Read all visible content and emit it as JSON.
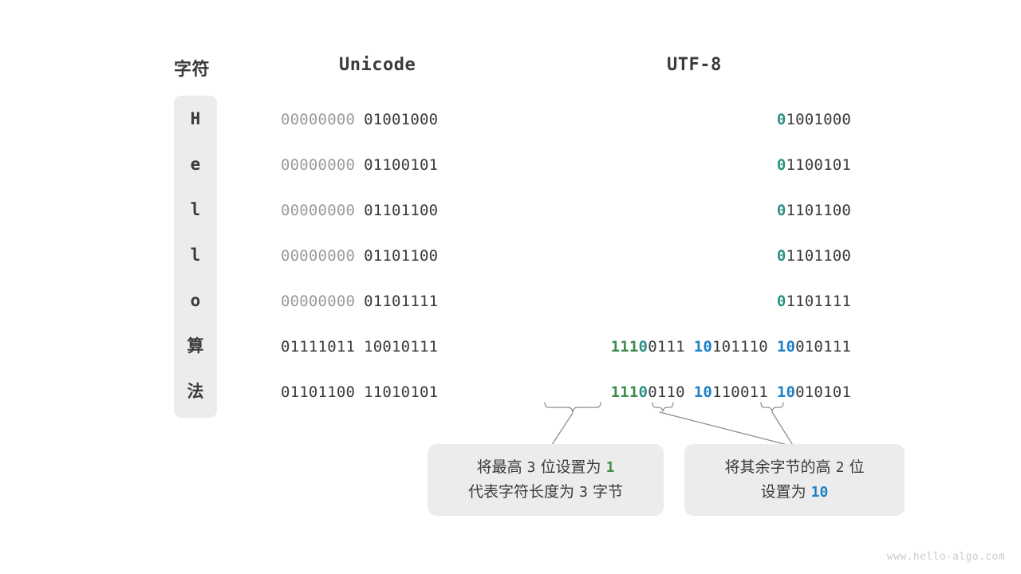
{
  "headers": {
    "character": "字符",
    "unicode": "Unicode",
    "utf8": "UTF-8"
  },
  "colors": {
    "green": "#3f8c4c",
    "teal": "#2d9086",
    "blue": "#1f81c7",
    "dark": "#3a3a3a",
    "dim": "#9b9b9b",
    "badge_bg": "#ececec",
    "callout_bg": "#ececec",
    "watermark": "#cccccc"
  },
  "rows": [
    {
      "char": "H",
      "unicode_bytes": [
        "00000000",
        "01001000"
      ],
      "unicode_dim": [
        true,
        false
      ],
      "utf8_bytes": [
        "01001000"
      ],
      "utf8_prefix": [
        "0"
      ],
      "utf8_prefix_kind": [
        "teal"
      ]
    },
    {
      "char": "e",
      "unicode_bytes": [
        "00000000",
        "01100101"
      ],
      "unicode_dim": [
        true,
        false
      ],
      "utf8_bytes": [
        "01100101"
      ],
      "utf8_prefix": [
        "0"
      ],
      "utf8_prefix_kind": [
        "teal"
      ]
    },
    {
      "char": "l",
      "unicode_bytes": [
        "00000000",
        "01101100"
      ],
      "unicode_dim": [
        true,
        false
      ],
      "utf8_bytes": [
        "01101100"
      ],
      "utf8_prefix": [
        "0"
      ],
      "utf8_prefix_kind": [
        "teal"
      ]
    },
    {
      "char": "l",
      "unicode_bytes": [
        "00000000",
        "01101100"
      ],
      "unicode_dim": [
        true,
        false
      ],
      "utf8_bytes": [
        "01101100"
      ],
      "utf8_prefix": [
        "0"
      ],
      "utf8_prefix_kind": [
        "teal"
      ]
    },
    {
      "char": "o",
      "unicode_bytes": [
        "00000000",
        "01101111"
      ],
      "unicode_dim": [
        true,
        false
      ],
      "utf8_bytes": [
        "01101111"
      ],
      "utf8_prefix": [
        "0"
      ],
      "utf8_prefix_kind": [
        "teal"
      ]
    },
    {
      "char": "算",
      "unicode_bytes": [
        "01111011",
        "10010111"
      ],
      "unicode_dim": [
        false,
        false
      ],
      "utf8_bytes": [
        "11100111",
        "10101110",
        "10010111"
      ],
      "utf8_prefix": [
        "1110",
        "10",
        "10"
      ],
      "utf8_prefix_kind": [
        "green-teal",
        "blue",
        "blue"
      ]
    },
    {
      "char": "法",
      "unicode_bytes": [
        "01101100",
        "11010101"
      ],
      "unicode_dim": [
        false,
        false
      ],
      "utf8_bytes": [
        "11100110",
        "10110011",
        "10010101"
      ],
      "utf8_prefix": [
        "1110",
        "10",
        "10"
      ],
      "utf8_prefix_kind": [
        "green-teal",
        "blue",
        "blue"
      ]
    }
  ],
  "callouts": {
    "length": {
      "line1_part1": "将最高 ",
      "line1_num": "3",
      "line1_part2": " 位设置为 ",
      "line1_highlight": "1",
      "line2_part1": "代表字符长度为 ",
      "line2_num": "3",
      "line2_part2": " 字节"
    },
    "continuation": {
      "line1_part1": "将其余字节的高 ",
      "line1_num": "2",
      "line1_part2": " 位",
      "line2_part1": "设置为 ",
      "line2_highlight": "10"
    }
  },
  "watermark": "www.hello-algo.com"
}
